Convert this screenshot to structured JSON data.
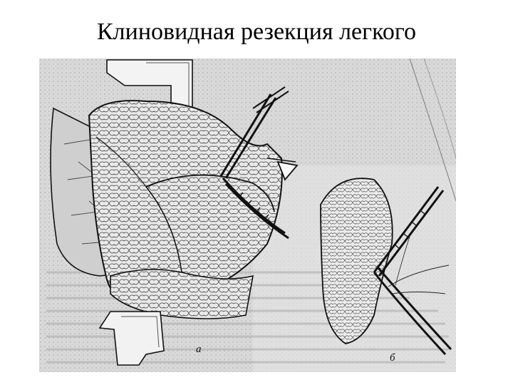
{
  "slide": {
    "title": "Клиновидная резекция легкого"
  },
  "figure": {
    "panel_a_label": "а",
    "panel_b_label": "б"
  }
}
